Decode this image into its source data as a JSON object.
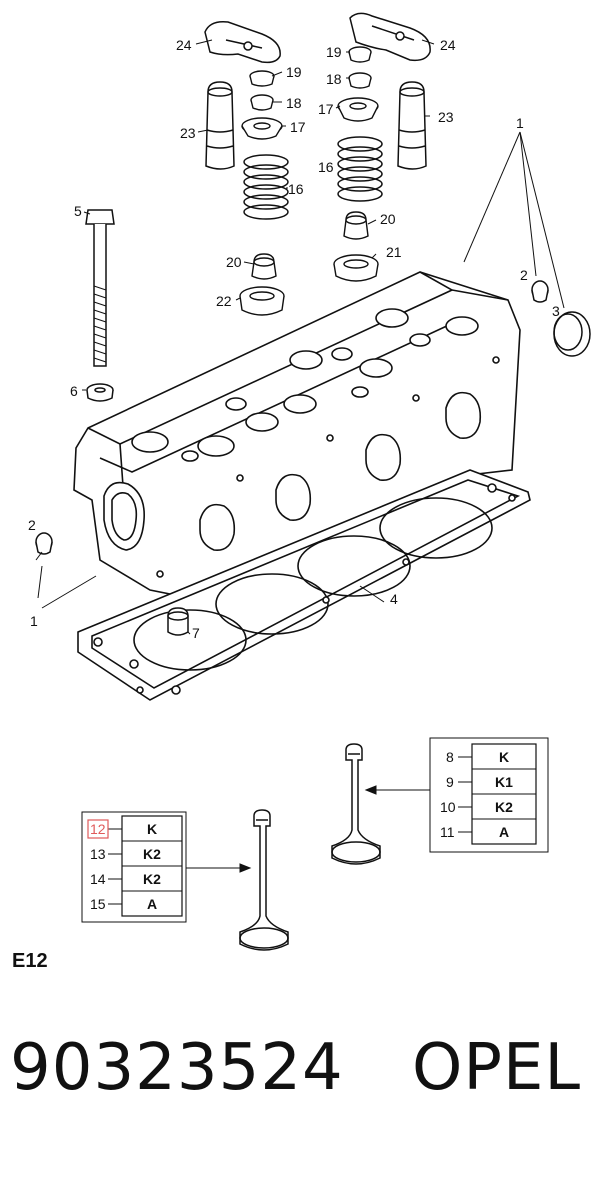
{
  "diagram": {
    "section_code": "E12",
    "part_number": "90323524",
    "brand": "OPEL",
    "callouts": {
      "c1": "1",
      "c2": "2",
      "c3": "3",
      "c4": "4",
      "c5": "5",
      "c6": "6",
      "c7": "7",
      "c16": "16",
      "c17": "17",
      "c18": "18",
      "c19": "19",
      "c20": "20",
      "c21": "21",
      "c22": "22",
      "c23": "23",
      "c24": "24"
    },
    "table_right": [
      {
        "num": "8",
        "code": "K"
      },
      {
        "num": "9",
        "code": "K1"
      },
      {
        "num": "10",
        "code": "K2"
      },
      {
        "num": "11",
        "code": "A"
      }
    ],
    "table_left": [
      {
        "num": "12",
        "code": "K"
      },
      {
        "num": "13",
        "code": "K2"
      },
      {
        "num": "14",
        "code": "K2"
      },
      {
        "num": "15",
        "code": "A"
      }
    ],
    "highlight_color": "#e05a5a"
  }
}
